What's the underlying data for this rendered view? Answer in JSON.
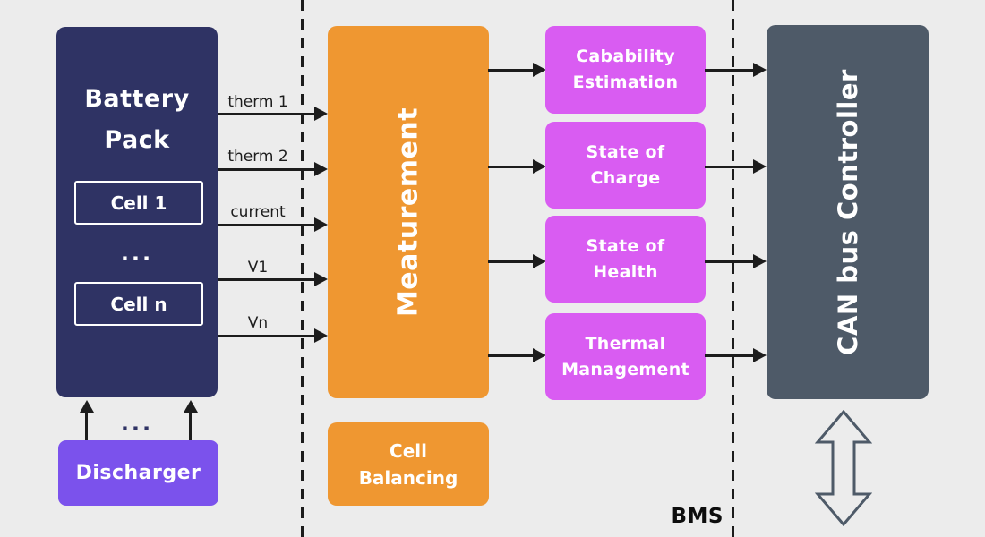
{
  "colors": {
    "background": "#ececec",
    "battery_navy": "#2f3364",
    "discharger_violet": "#7b52ec",
    "measurement_orange": "#ef9731",
    "function_magenta": "#d95cf2",
    "can_slate": "#4e5a68",
    "arrow_black": "#1c1c1c"
  },
  "battery_pack": {
    "title_lines": [
      "Battery",
      "Pack"
    ],
    "cell_top": "Cell 1",
    "ellipsis": "...",
    "cell_bottom": "Cell n"
  },
  "discharger": {
    "label": "Discharger",
    "ellipsis": "..."
  },
  "signals": {
    "labels": [
      "therm 1",
      "therm 2",
      "current",
      "V1",
      "Vn"
    ]
  },
  "measurement": {
    "label": "Meaturement"
  },
  "cell_balancing": {
    "lines": [
      "Cell",
      "Balancing"
    ]
  },
  "functions": [
    {
      "lines": [
        "Cabability",
        "Estimation"
      ]
    },
    {
      "lines": [
        "State of",
        "Charge"
      ]
    },
    {
      "lines": [
        "State of",
        "Health"
      ]
    },
    {
      "lines": [
        "Thermal",
        "Management"
      ]
    }
  ],
  "can_controller": {
    "label": "CAN bus Controller"
  },
  "bms_label": "BMS"
}
